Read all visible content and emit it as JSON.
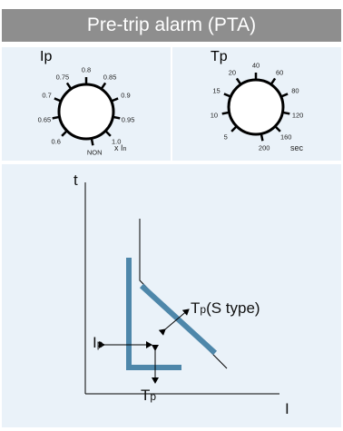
{
  "header": {
    "title": "Pre-trip alarm (PTA)"
  },
  "dial_ip": {
    "title": "Ip",
    "ticks": [
      "0.6",
      "0.65",
      "0.7",
      "0.75",
      "0.8",
      "0.85",
      "0.9",
      "0.95",
      "1.0"
    ],
    "off_label": "NON",
    "unit_main": "x I",
    "unit_sub": "n"
  },
  "dial_tp": {
    "title": "Tp",
    "ticks": [
      "5",
      "10",
      "15",
      "20",
      "40",
      "60",
      "80",
      "120",
      "160"
    ],
    "off_label": "200",
    "unit": "sec"
  },
  "graph": {
    "y_axis": "t",
    "x_axis": "I",
    "ip_main": "I",
    "ip_sub": "p",
    "tp_main": "T",
    "tp_sub": "p",
    "tps_main": "T",
    "tps_sub": "p",
    "tps_rest": "(S type)",
    "band_color": "#4e87aa"
  }
}
